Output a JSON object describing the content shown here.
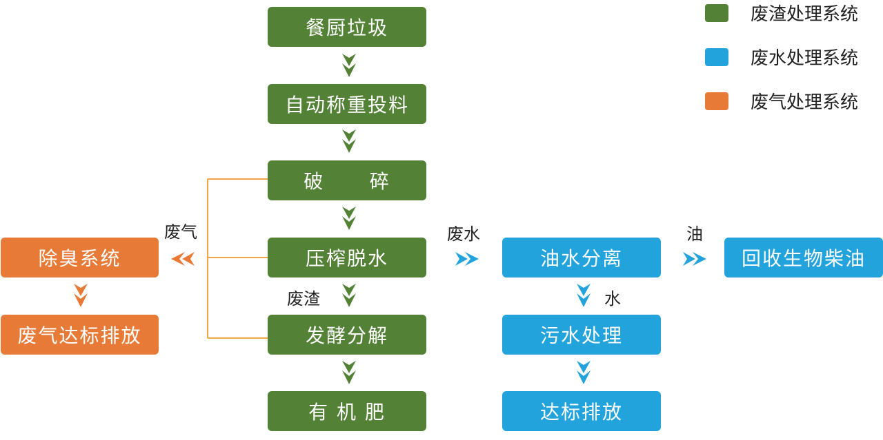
{
  "colors": {
    "waste": "#538135",
    "water": "#22a3dc",
    "gas": "#e67a36",
    "line": "#f3a447"
  },
  "legend": [
    {
      "label": "废渣处理系统",
      "color": "#538135"
    },
    {
      "label": "废水处理系统",
      "color": "#22a3dc"
    },
    {
      "label": "废气处理系统",
      "color": "#e67a36"
    }
  ],
  "main_flow": {
    "kitchen_waste": "餐厨垃圾",
    "weigh_feed": "自动称重投料",
    "crush": "破      碎",
    "press": "压榨脱水",
    "ferment": "发酵分解",
    "fertilizer": "有 机 肥"
  },
  "water_flow": {
    "separation": "油水分离",
    "sewage": "污水处理",
    "discharge": "达标排放",
    "oil_product": "回收生物柴油"
  },
  "gas_flow": {
    "deodor": "除臭系统",
    "gas_discharge": "废气达标排放"
  },
  "labels": {
    "waste_gas": "废气",
    "waste_water": "废水",
    "oil": "油",
    "water": "水",
    "residue": "废渣"
  }
}
